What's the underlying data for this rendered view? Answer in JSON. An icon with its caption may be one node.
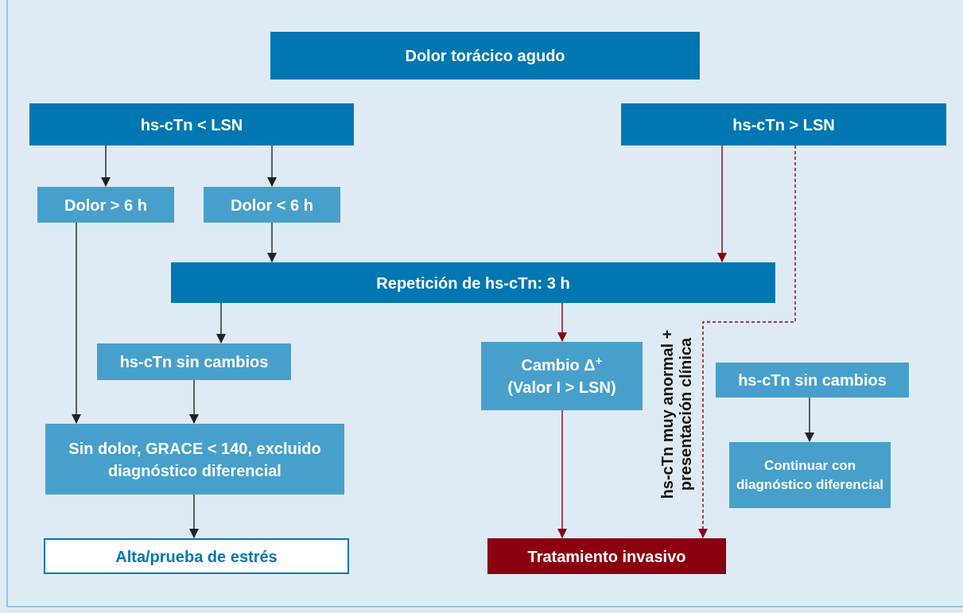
{
  "diagram": {
    "nodes": [
      {
        "text": [
          "Dolor torácico agudo"
        ]
      },
      {
        "text": [
          "hs-cTn < LSN"
        ]
      },
      {
        "text": [
          "hs-cTn > LSN"
        ]
      },
      {
        "text": [
          "Dolor > 6 h"
        ]
      },
      {
        "text": [
          "Dolor < 6 h"
        ]
      },
      {
        "text": [
          "Repetición de hs-cTn: 3 h"
        ]
      },
      {
        "text": [
          "hs-cTn sin cambios"
        ]
      },
      {
        "text": [
          "Cambio Δ$^{+}$ (Valor I > LSN)"
        ]
      },
      {
        "text": [
          "hs-cTn sin cambios"
        ]
      },
      {
        "text": [
          "Sin dolor, GRACE < 140, excluido diagnóstico diferencial"
        ]
      },
      {
        "text": [
          "Continuar con diagnóstico diferencial"
        ]
      },
      {
        "text": [
          "Alta/prueba de estrés"
        ]
      },
      {
        "text": [
          "Tratamiento invasivo"
        ]
      }
    ],
    "edges": [
      {
        "from": 1,
        "to": 3,
        "arrow": "to"
      },
      {
        "from": 1,
        "to": 4,
        "arrow": "to"
      },
      {
        "from": 4,
        "to": 5,
        "arrow": "to"
      },
      {
        "from": 3,
        "to": 9,
        "arrow": "to"
      },
      {
        "from": 5,
        "to": 6,
        "arrow": "to"
      },
      {
        "from": 6,
        "to": 9,
        "arrow": "to"
      },
      {
        "from": 9,
        "to": 11,
        "arrow": "to"
      },
      {
        "from": 5,
        "to": 7,
        "arrow": "to",
        "color": "#8a0010"
      },
      {
        "from": 7,
        "to": 12,
        "arrow": "to",
        "color": "#8a0010"
      },
      {
        "from": 2,
        "to": 5,
        "arrow": "to",
        "color": "#8a0010"
      },
      {
        "from": 2,
        "to": 12,
        "arrow": "to",
        "style": "dashed",
        "color": "#8a0010",
        "label": "hs-cTn muy anormal + presentación clínica"
      },
      {
        "from": 8,
        "to": 10,
        "arrow": "to"
      }
    ]
  }
}
